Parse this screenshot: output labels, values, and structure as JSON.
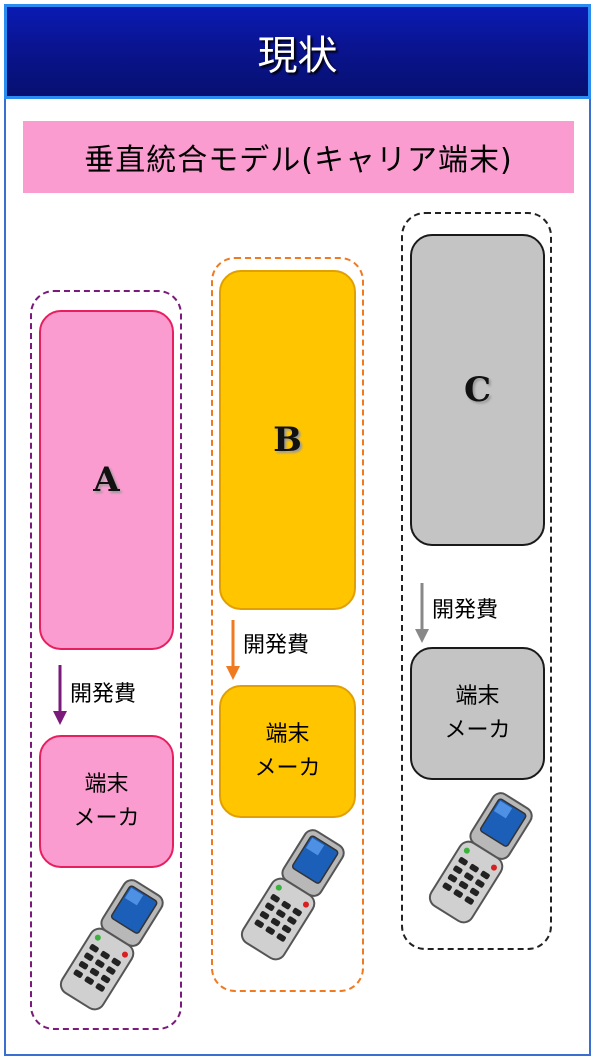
{
  "header": {
    "title": "現状"
  },
  "subtitle": "垂直統合モデル(キャリア端末)",
  "columns": [
    {
      "label": "A",
      "cost_label": "開発費",
      "maker_label": "端末\nメーカ",
      "color": "#fb9cd1",
      "border": "#e81e5e",
      "dash": "#7a1a7a",
      "arrow": "#7a1a7a"
    },
    {
      "label": "B",
      "cost_label": "開発費",
      "maker_label": "端末\nメーカ",
      "color": "#ffc600",
      "border": "#e0a000",
      "dash": "#f07a20",
      "arrow": "#f07a20"
    },
    {
      "label": "C",
      "cost_label": "開発費",
      "maker_label": "端末\nメーカ",
      "color": "#c4c4c4",
      "border": "#1a1a1a",
      "dash": "#222222",
      "arrow": "#888888"
    }
  ],
  "icons": {
    "phone": "flip-phone-icon",
    "arrow": "down-arrow-icon"
  }
}
